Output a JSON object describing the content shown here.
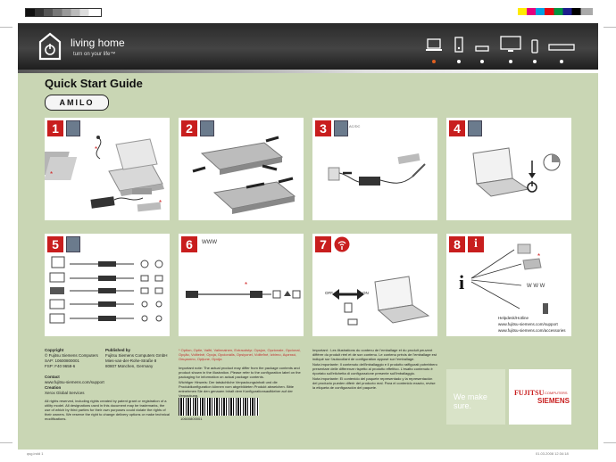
{
  "brand": {
    "name": "living home",
    "tagline": "turn on your life™"
  },
  "title": "Quick Start Guide",
  "product": "AMILO",
  "colors": {
    "accent_red": "#c81e1e",
    "panel_bg": "#ffffff",
    "poster_bg": "#c9d6b4",
    "header_bg": "#2a2a2a"
  },
  "steps": [
    {
      "number": "1",
      "icon": "unpack-box-icon"
    },
    {
      "number": "2",
      "icon": "battery-icon"
    },
    {
      "number": "3",
      "icon": "power-adapter-icon",
      "chip_label": "AC/DC"
    },
    {
      "number": "4",
      "icon": "notebook-setup-icon"
    },
    {
      "number": "5",
      "icon": "connect-devices-icon"
    },
    {
      "number": "6",
      "icon": "internet-icon",
      "chip_label": "WWW"
    },
    {
      "number": "7",
      "icon": "wireless-icon"
    },
    {
      "number": "8",
      "icon": "info-icon"
    }
  ],
  "step6_star": "*",
  "step7_labels": {
    "off": "OFF",
    "on": "ON"
  },
  "step8": {
    "www": "W W W",
    "helpdesk_title": "Helpdesk/Hotline",
    "url_support": "www.fujitsu-siemens.com/support",
    "url_accessories": "www.fujitsu-siemens.com/accessories"
  },
  "footer": {
    "copyright_title": "Copyright",
    "copyright_lines": [
      "© Fujitsu Siemens Computers",
      "SAP: 10600800001",
      "FSP: F40 9658-6"
    ],
    "published_title": "Published by",
    "published_lines": [
      "Fujitsu Siemens Computers GmbH",
      "Mies-van-der-Rohe-Straße 8",
      "80807 München, Germany"
    ],
    "contact_title": "Contact",
    "contact_line": "www.fujitsu-siemens.com/support",
    "creation_title": "Creation",
    "creation_line": "Xerox Global Services",
    "rights": "All rights reserved, including rights created by patent grant or registration of a utility model. All designations used in this document may be trademarks, the use of which by third parties for their own purposes could violate the rights of their owners. We reserve the right to change delivery options or make technical modifications.",
    "options_note": "* Option, Optie, Valfri, Valinnainen, Extraudstyr, Opsjon, Opzionale, Opcional, Opção, Volitelně, Opcja, Opcionális, Opsiyonel, Voliteľné, Izbirno, Αιρετικό, Опционно, Opţiune, Opcija",
    "important_note": "Important note: The actual product may differ from the package contents and product shown in the illustration. Please refer to the configuration label on the packaging for information on actual package contents.",
    "wichtiger_note": "Wichtiger Hinweis: Der tatsächliche Verpackungsinhalt und die Produktkonfiguration können vom abgebildeten Produkt abweichen. Bitte entnehmen Sie den genauen Inhalt dem Konfigurationsaufkleber auf der Verpackung.",
    "important_fr": "Important : Les illustrations du contenu de l'emballage et du produit peuvent différer du produit réel et de son contenu. Le contenu précis de l'emballage est indiqué sur l'autocollant de configuration apposé sur l'emballage.",
    "nota_importante": "Nota importante: Il contenuto dell'imballaggio e il prodotto raffigurati potrebbero presentare delle differenze rispetto al prodotto effettivo. L'esatto contenuto è riportato sull'etichetta di configurazione presente sull'imballaggio.",
    "nota_es": "Nota importante: El contenido del paquete representado y la representación del producto pueden diferir del producto real. Para el contenido exacto, revise la etiqueta de configuración del paquete.",
    "barcode_number": "10600800001",
    "make_sure": "We make sure.",
    "fsc_brand": "FUJITSU",
    "fsc_computers": "COMPUTERS",
    "fsc_siemens": "SIEMENS"
  },
  "print_marks": {
    "left_slug": "qsg.indd 1",
    "right_slug": "01.03.2008 12:34:18"
  }
}
